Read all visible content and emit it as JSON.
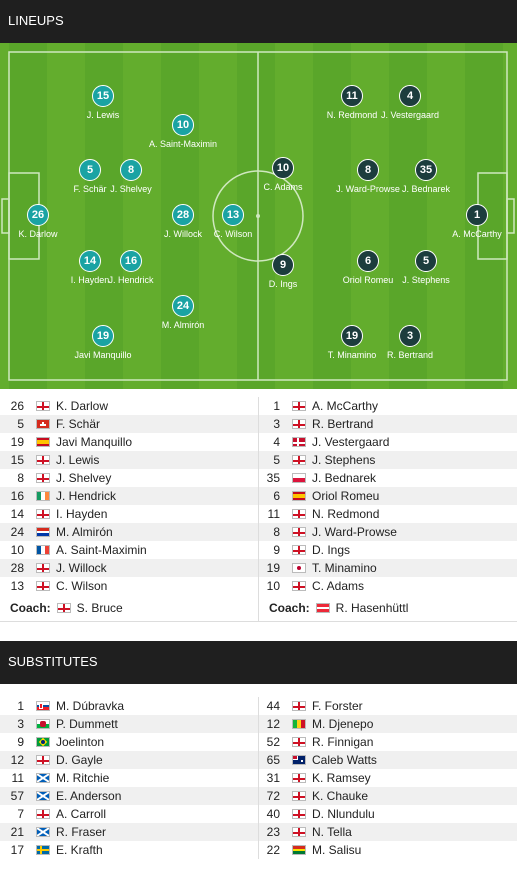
{
  "lineups_title": "LINEUPS",
  "substitutes_title": "SUBSTITUTES",
  "colors": {
    "header_bg": "#1f1f1f",
    "pitch": "#5aa62a",
    "home_marker": "#1aa3a3",
    "away_marker": "#1c3d3d"
  },
  "pitch_home": [
    {
      "num": "15",
      "name": "J. Lewis"
    },
    {
      "num": "10",
      "name": "A. Saint-Maximin"
    },
    {
      "num": "5",
      "name": "F. Schär"
    },
    {
      "num": "8",
      "name": "J. Shelvey"
    },
    {
      "num": "26",
      "name": "K. Darlow"
    },
    {
      "num": "28",
      "name": "J. Willock"
    },
    {
      "num": "13",
      "name": "C. Wilson"
    },
    {
      "num": "14",
      "name": "I. Hayden"
    },
    {
      "num": "16",
      "name": "J. Hendrick"
    },
    {
      "num": "24",
      "name": "M. Almirón"
    },
    {
      "num": "19",
      "name": "Javi Manquillo"
    }
  ],
  "pitch_away": [
    {
      "num": "11",
      "name": "N. Redmond"
    },
    {
      "num": "4",
      "name": "J. Vestergaard"
    },
    {
      "num": "10",
      "name": "C. Adams"
    },
    {
      "num": "8",
      "name": "J. Ward-Prowse"
    },
    {
      "num": "35",
      "name": "J. Bednarek"
    },
    {
      "num": "1",
      "name": "A. McCarthy"
    },
    {
      "num": "9",
      "name": "D. Ings"
    },
    {
      "num": "6",
      "name": "Oriol Romeu"
    },
    {
      "num": "5",
      "name": "J. Stephens"
    },
    {
      "num": "19",
      "name": "T. Minamino"
    },
    {
      "num": "3",
      "name": "R. Bertrand"
    }
  ],
  "lineups": [
    {
      "hn": "26",
      "hf": "eng",
      "hname": "K. Darlow",
      "an": "1",
      "af": "eng",
      "aname": "A. McCarthy"
    },
    {
      "hn": "5",
      "hf": "sui",
      "hname": "F. Schär",
      "an": "3",
      "af": "eng",
      "aname": "R. Bertrand"
    },
    {
      "hn": "19",
      "hf": "esp",
      "hname": "Javi Manquillo",
      "an": "4",
      "af": "den",
      "aname": "J. Vestergaard"
    },
    {
      "hn": "15",
      "hf": "eng",
      "hname": "J. Lewis",
      "an": "5",
      "af": "eng",
      "aname": "J. Stephens"
    },
    {
      "hn": "8",
      "hf": "eng",
      "hname": "J. Shelvey",
      "an": "35",
      "af": "pol",
      "aname": "J. Bednarek"
    },
    {
      "hn": "16",
      "hf": "irl",
      "hname": "J. Hendrick",
      "an": "6",
      "af": "esp",
      "aname": "Oriol Romeu"
    },
    {
      "hn": "14",
      "hf": "eng",
      "hname": "I. Hayden",
      "an": "11",
      "af": "eng",
      "aname": "N. Redmond"
    },
    {
      "hn": "24",
      "hf": "par",
      "hname": "M. Almirón",
      "an": "8",
      "af": "eng",
      "aname": "J. Ward-Prowse"
    },
    {
      "hn": "10",
      "hf": "fra",
      "hname": "A. Saint-Maximin",
      "an": "9",
      "af": "eng",
      "aname": "D. Ings"
    },
    {
      "hn": "28",
      "hf": "eng",
      "hname": "J. Willock",
      "an": "19",
      "af": "jpn",
      "aname": "T. Minamino"
    },
    {
      "hn": "13",
      "hf": "eng",
      "hname": "C. Wilson",
      "an": "10",
      "af": "eng",
      "aname": "C. Adams"
    }
  ],
  "coach": {
    "label": "Coach:",
    "home": "S. Bruce",
    "home_flag": "eng",
    "away": "R. Hasenhüttl",
    "away_flag": "aut"
  },
  "substitutes": [
    {
      "hn": "1",
      "hf": "svk",
      "hname": "M. Dúbravka",
      "an": "44",
      "af": "eng",
      "aname": "F. Forster"
    },
    {
      "hn": "3",
      "hf": "wal",
      "hname": "P. Dummett",
      "an": "12",
      "af": "mli",
      "aname": "M. Djenepo"
    },
    {
      "hn": "9",
      "hf": "bra",
      "hname": "Joelinton",
      "an": "52",
      "af": "eng",
      "aname": "R. Finnigan"
    },
    {
      "hn": "12",
      "hf": "eng",
      "hname": "D. Gayle",
      "an": "65",
      "af": "aus",
      "aname": "Caleb Watts"
    },
    {
      "hn": "11",
      "hf": "sco",
      "hname": "M. Ritchie",
      "an": "31",
      "af": "eng",
      "aname": "K. Ramsey"
    },
    {
      "hn": "57",
      "hf": "sco",
      "hname": "E. Anderson",
      "an": "72",
      "af": "eng",
      "aname": "K. Chauke"
    },
    {
      "hn": "7",
      "hf": "eng",
      "hname": "A. Carroll",
      "an": "40",
      "af": "eng",
      "aname": "D. Nlundulu"
    },
    {
      "hn": "21",
      "hf": "sco",
      "hname": "R. Fraser",
      "an": "23",
      "af": "eng",
      "aname": "N. Tella"
    },
    {
      "hn": "17",
      "hf": "swe",
      "hname": "E. Krafth",
      "an": "22",
      "af": "bol",
      "aname": "M. Salisu"
    }
  ]
}
